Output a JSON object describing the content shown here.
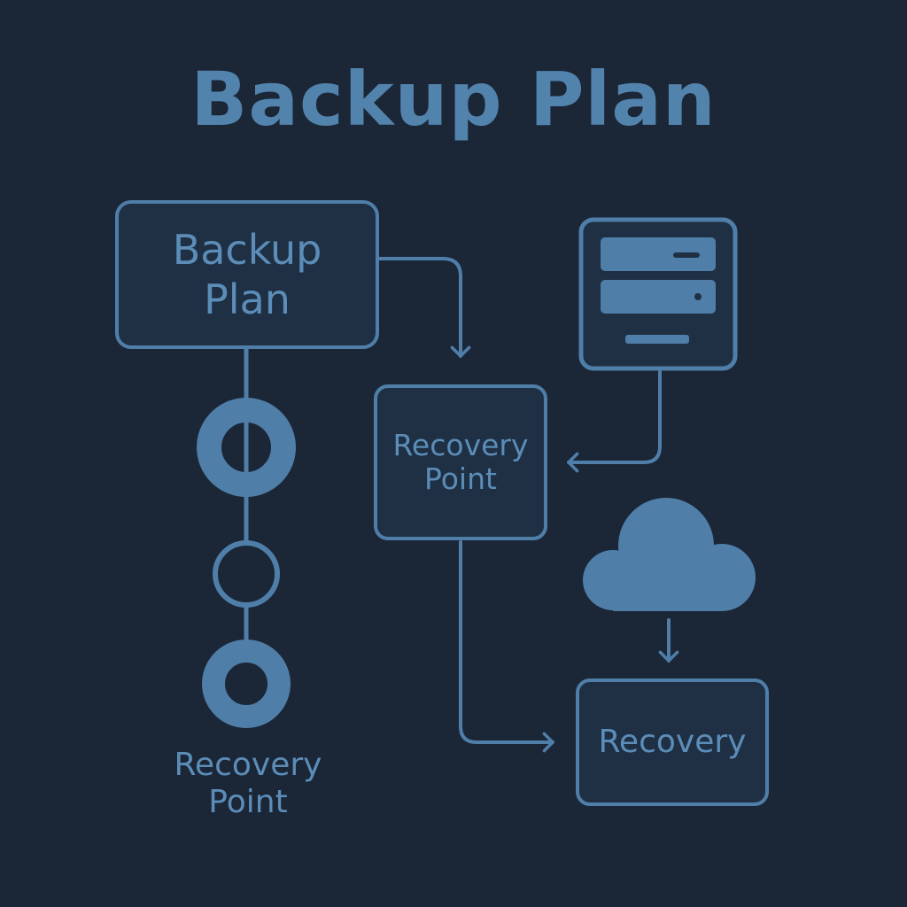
{
  "title": "Backup Plan",
  "nodes": {
    "backup_plan": "Backup\nPlan",
    "recovery_point_box": "Recovery\nPoint",
    "recovery": "Recovery",
    "timeline_label": "Recovery\nPoint"
  },
  "icons": {
    "server": "server-icon",
    "cloud": "cloud-icon"
  },
  "colors": {
    "background": "#1b2636",
    "node_fill": "#1f3044",
    "stroke": "#4f7ea9",
    "text": "#5b8db8",
    "title": "#5283ad"
  }
}
